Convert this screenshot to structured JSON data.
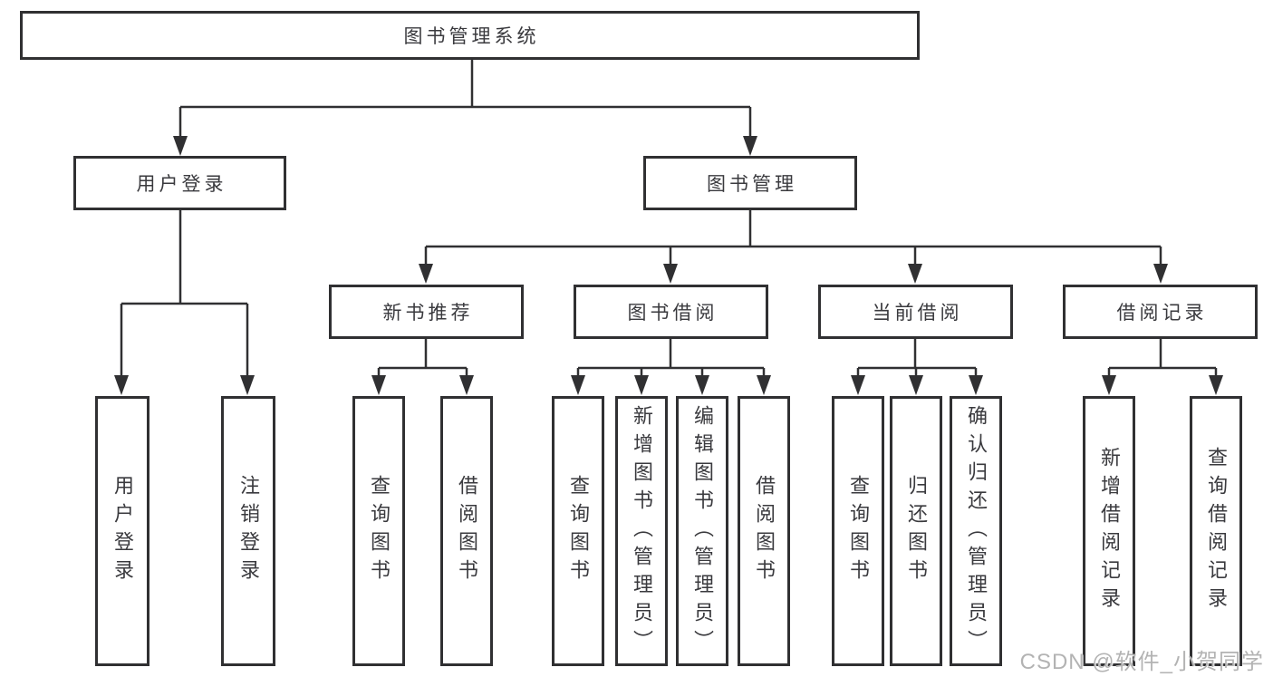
{
  "tree": {
    "root": "图书管理系统",
    "branches": [
      {
        "label": "用户登录",
        "children": [
          "用户登录",
          "注销登录"
        ]
      },
      {
        "label": "图书管理",
        "modules": [
          {
            "label": "新书推荐",
            "children": [
              "查询图书",
              "借阅图书"
            ]
          },
          {
            "label": "图书借阅",
            "children": [
              "查询图书",
              "新增图书（管理员）",
              "编辑图书（管理员）",
              "借阅图书"
            ]
          },
          {
            "label": "当前借阅",
            "children": [
              "查询图书",
              "归还图书",
              "确认归还（管理员）"
            ]
          },
          {
            "label": "借阅记录",
            "children": [
              "新增借阅记录",
              "查询借阅记录"
            ]
          }
        ]
      }
    ]
  },
  "watermark": {
    "text": "CSDN @软件_小贺同学"
  },
  "colors": {
    "line": "#303032",
    "text": "#3a3a3e",
    "background": "#ffffff",
    "watermark": "#b3b3b3"
  }
}
